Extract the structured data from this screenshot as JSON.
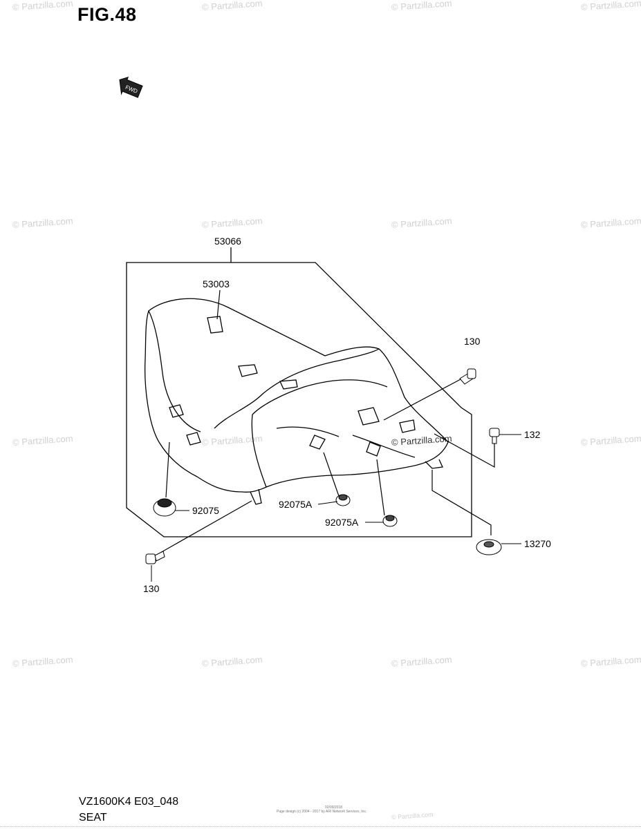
{
  "figure": {
    "title": "FIG.48"
  },
  "fwd_badge": {
    "text": "FWD"
  },
  "watermarks": [
    "© Partzilla.com",
    "© Partzilla.com",
    "© Partzilla.com",
    "© Partzilla.com",
    "© Partzilla.com",
    "© Partzilla.com",
    "© Partzilla.com",
    "© Partzilla.com",
    "© Partzilla.com",
    "© Partzilla.com",
    "© Partzilla.com",
    "© Partzilla.com",
    "© Partzilla.com",
    "© Partzilla.com",
    "© Partzilla.com",
    "© Partzilla.com",
    "© Partzilla.com"
  ],
  "part_labels": {
    "assembly": "53066",
    "cover": "53003",
    "bolt_top": "130",
    "bolt_right": "132",
    "cushion_left": "92075",
    "cushion_mid": "92075A",
    "cushion_low": "92075A",
    "bolt_bottom": "130",
    "damper": "13270"
  },
  "footer": {
    "code": "VZ1600K4 E03_048",
    "name": "SEAT",
    "fine_print": "Page design (c) 2004 - 2017 by ARI Network Services, Inc.",
    "fine_print_2": "02/09/2018"
  }
}
